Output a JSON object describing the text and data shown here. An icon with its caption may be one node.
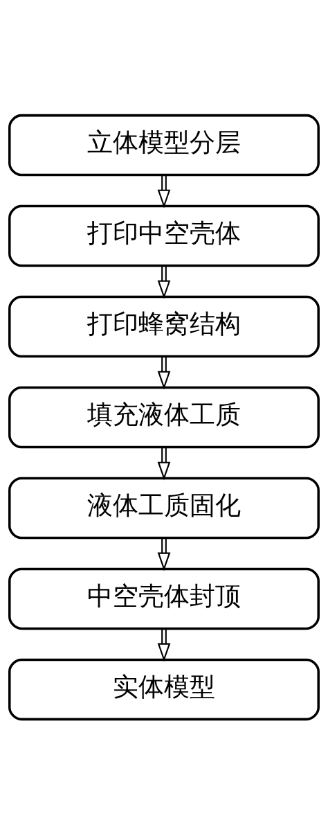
{
  "diagram": {
    "nodes": [
      {
        "text": [
          "立体模型分层"
        ]
      },
      {
        "text": [
          "打印中空壳体"
        ]
      },
      {
        "text": [
          "打印蜂窝结构"
        ]
      },
      {
        "text": [
          "填充液体工质"
        ]
      },
      {
        "text": [
          "液体工质固化"
        ]
      },
      {
        "text": [
          "中空壳体封顶"
        ]
      },
      {
        "text": [
          "实体模型"
        ]
      }
    ],
    "edges": [
      {
        "from": 0,
        "to": 1,
        "arrow": "to"
      },
      {
        "from": 1,
        "to": 2,
        "arrow": "to"
      },
      {
        "from": 2,
        "to": 3,
        "arrow": "to"
      },
      {
        "from": 3,
        "to": 4,
        "arrow": "to"
      },
      {
        "from": 4,
        "to": 5,
        "arrow": "to"
      },
      {
        "from": 5,
        "to": 6,
        "arrow": "to"
      }
    ]
  }
}
